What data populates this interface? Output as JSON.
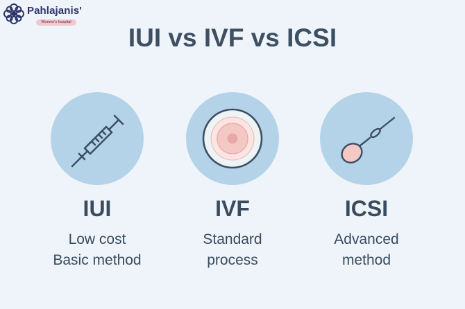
{
  "brand": {
    "name": "Pahlajanis'",
    "tagline": "Women's hospital",
    "logo_icon": "flower-logo-icon"
  },
  "title": "IUI vs IVF vs ICSI",
  "methods": [
    {
      "name": "IUI",
      "icon": "syringe-icon",
      "line1": "Low cost",
      "line2": "Basic method"
    },
    {
      "name": "IVF",
      "icon": "egg-cell-icon",
      "line1": "Standard",
      "line2": "process"
    },
    {
      "name": "ICSI",
      "icon": "micro-injection-icon",
      "line1": "Advanced",
      "line2": "method"
    }
  ],
  "colors": {
    "background": "#eef4f9",
    "circle": "#b5d3e8",
    "text": "#3d4f63",
    "brand": "#2e3468",
    "tag": "#f2c7cf",
    "egg": "#f4c9c5"
  }
}
